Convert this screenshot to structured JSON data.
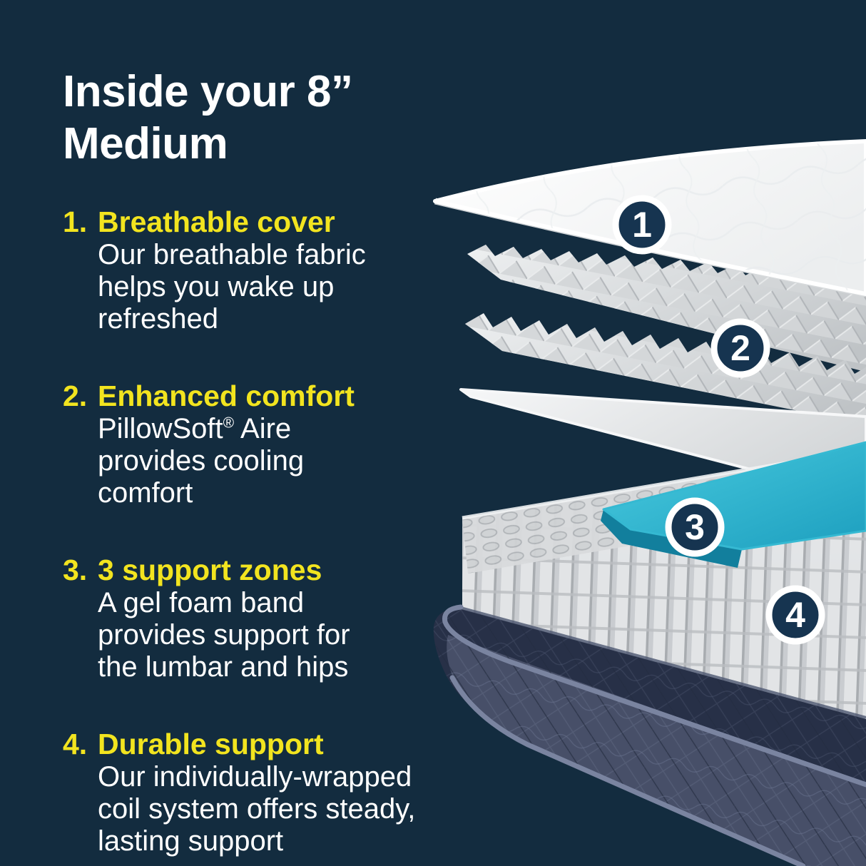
{
  "title": "Inside your 8” Medium",
  "sections": [
    {
      "num": "1.",
      "heading": "Breathable cover",
      "lines": [
        "Our breathable fabric",
        "helps you wake up",
        "refreshed"
      ]
    },
    {
      "num": "2.",
      "heading": "Enhanced comfort",
      "brand": "PillowSoft",
      "reg": "®",
      "brand_after": " Aire",
      "lines": [
        "provides cooling",
        "comfort"
      ]
    },
    {
      "num": "3.",
      "heading": "3 support zones",
      "lines": [
        "A gel foam band",
        "provides support for",
        "the lumbar and hips"
      ]
    },
    {
      "num": "4.",
      "heading": "Durable support",
      "lines": [
        "Our individually-wrapped",
        "coil system offers steady,",
        "lasting support"
      ]
    }
  ],
  "callouts": [
    {
      "label": "1"
    },
    {
      "label": "2"
    },
    {
      "label": "3"
    },
    {
      "label": "4"
    }
  ],
  "colors": {
    "background": "#132c3f",
    "accent_yellow": "#f2e41f",
    "text_white": "#ffffff",
    "callout_navy": "#163450",
    "gel_teal": "#2cb3cf",
    "base_slate": "#474f68"
  }
}
